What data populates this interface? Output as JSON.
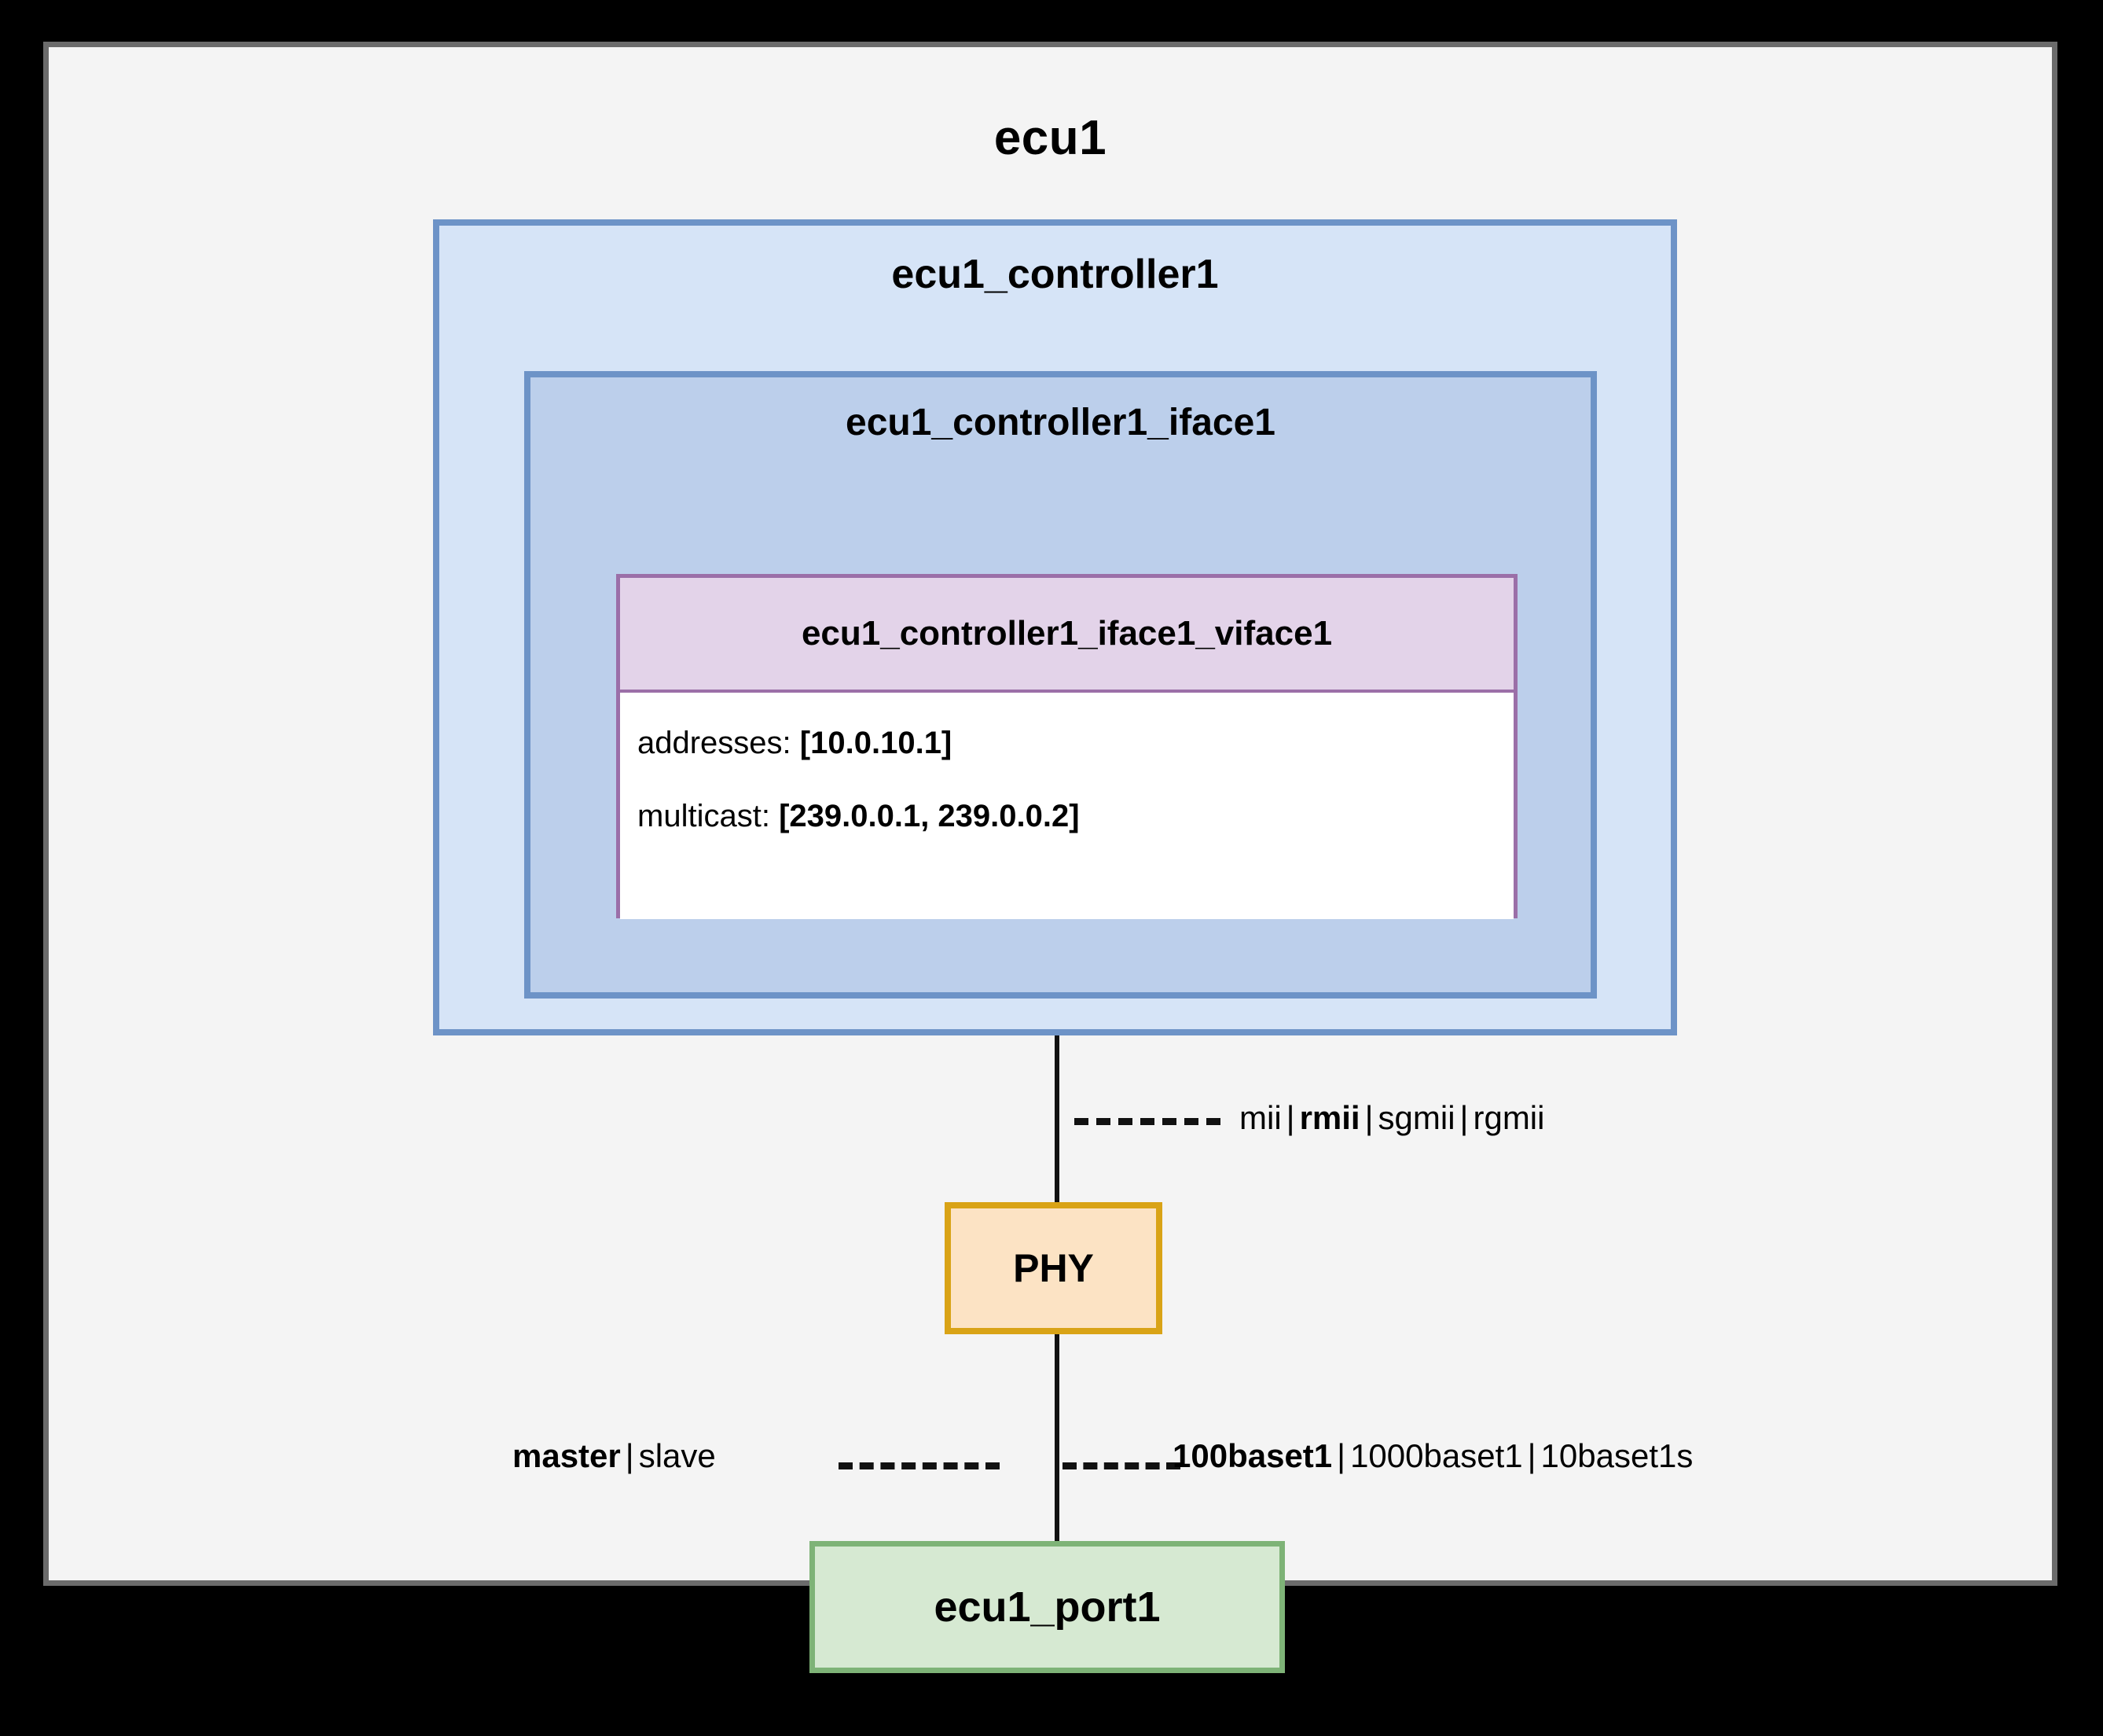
{
  "ecu": {
    "title": "ecu1",
    "controller": {
      "title": "ecu1_controller1",
      "iface": {
        "title": "ecu1_controller1_iface1",
        "viface": {
          "title": "ecu1_controller1_iface1_viface1",
          "attributes": [
            {
              "key": "addresses:",
              "value": "[10.0.10.1]"
            },
            {
              "key": "multicast:",
              "value": "[239.0.0.1, 239.0.0.2]"
            }
          ]
        }
      }
    }
  },
  "phy": {
    "title": "PHY"
  },
  "port": {
    "title": "ecu1_port1"
  },
  "links": {
    "mii": {
      "selected": "rmii",
      "options_before": "mii",
      "options_after_1": "sgmii",
      "options_after_2": "rgmii",
      "separator": "|"
    },
    "mode": {
      "selected": "master",
      "other": "slave",
      "separator": "|"
    },
    "speed": {
      "selected": "100baset1",
      "other_1": "1000baset1",
      "other_2": "10baset1s",
      "separator": "|"
    }
  },
  "colors": {
    "canvas_bg": "#000000",
    "ecu_bg": "#f4f4f4",
    "ecu_border": "#6b6b6b",
    "controller_bg": "#d6e4f7",
    "controller_border": "#6d93c7",
    "iface_bg": "#bccfeb",
    "viface_header_bg": "#e3d3e9",
    "viface_border": "#9b6fa8",
    "viface_body_bg": "#ffffff",
    "phy_bg": "#fce3c4",
    "phy_border": "#d9a316",
    "port_bg": "#d6e9d2",
    "port_border": "#7eb377",
    "line": "#111111"
  }
}
